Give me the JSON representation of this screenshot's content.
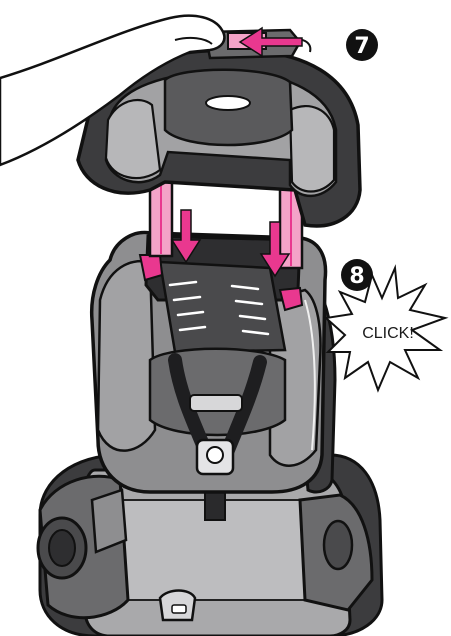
{
  "steps": {
    "step_7": "7",
    "step_8": "8"
  },
  "callout": {
    "text": "CLICK!"
  },
  "colors": {
    "arrow_pink": "#e9388f",
    "guide_pink": "#f4a3c8",
    "dark_fabric": "#5a5a5c",
    "mid_fabric": "#8e8e90",
    "light_fabric": "#b7b7b9",
    "shell_dark": "#3c3c3e",
    "outline": "#111111"
  },
  "icons": [
    "hand-icon",
    "push-arrow-icon",
    "down-arrow-icon",
    "click-starburst-icon"
  ]
}
